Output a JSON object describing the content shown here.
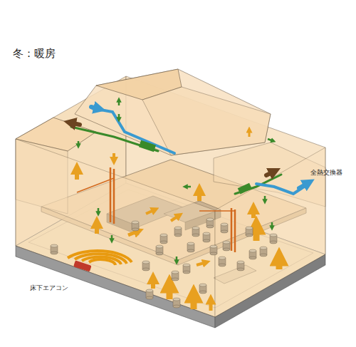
{
  "diagram": {
    "title": "冬：暖房",
    "labels": [
      "全熱交換器",
      "床下エアコン"
    ]
  }
}
